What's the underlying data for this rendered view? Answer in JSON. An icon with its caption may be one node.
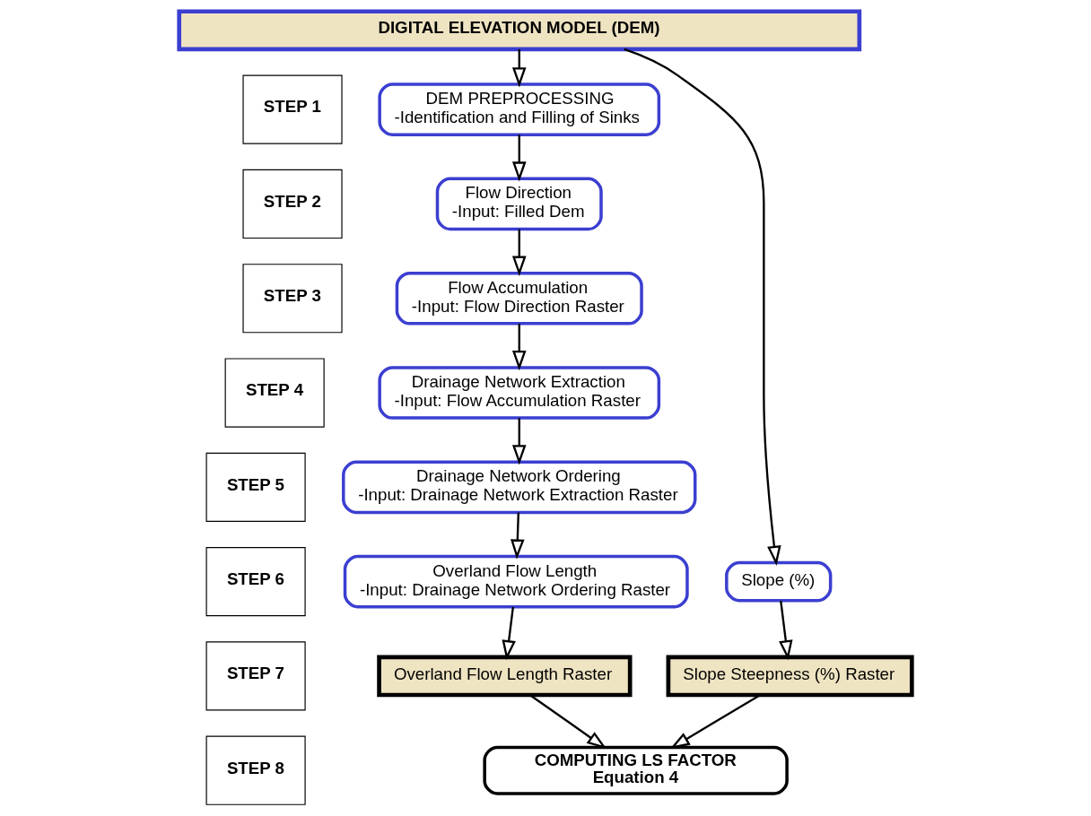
{
  "diagram": {
    "nodes": [
      {
        "text": [
          "DIGITAL ELEVATION MODEL (DEM)"
        ]
      },
      {
        "text": [
          "STEP 1"
        ]
      },
      {
        "text": [
          "STEP 2"
        ]
      },
      {
        "text": [
          "STEP 3"
        ]
      },
      {
        "text": [
          "STEP 4"
        ]
      },
      {
        "text": [
          "STEP 5"
        ]
      },
      {
        "text": [
          "STEP 6"
        ]
      },
      {
        "text": [
          "STEP 7"
        ]
      },
      {
        "text": [
          "STEP 8"
        ]
      },
      {
        "text": [
          "DEM PREPROCESSING",
          "-Identification and Filling of Sinks"
        ]
      },
      {
        "text": [
          "Flow Direction",
          "-Input: Filled Dem"
        ]
      },
      {
        "text": [
          "Flow Accumulation",
          "-Input: Flow Direction Raster"
        ]
      },
      {
        "text": [
          "Drainage Network Extraction",
          "-Input: Flow Accumulation Raster"
        ]
      },
      {
        "text": [
          "Drainage Network Ordering",
          "-Input: Drainage Network Extraction Raster"
        ]
      },
      {
        "text": [
          "Overland Flow Length",
          "-Input: Drainage Network Ordering Raster"
        ]
      },
      {
        "text": [
          "Slope (%)"
        ]
      },
      {
        "text": [
          "Overland Flow Length Raster"
        ]
      },
      {
        "text": [
          "Slope Steepness (%) Raster"
        ]
      },
      {
        "text": [
          "COMPUTING LS FACTOR",
          "Equation 4"
        ]
      }
    ],
    "edges": [
      {
        "from": 0,
        "to": 9,
        "arrow": "to"
      },
      {
        "from": 9,
        "to": 10,
        "arrow": "to"
      },
      {
        "from": 10,
        "to": 11,
        "arrow": "to"
      },
      {
        "from": 11,
        "to": 12,
        "arrow": "to"
      },
      {
        "from": 12,
        "to": 13,
        "arrow": "to"
      },
      {
        "from": 13,
        "to": 14,
        "arrow": "to"
      },
      {
        "from": 0,
        "to": 15,
        "arrow": "to"
      },
      {
        "from": 14,
        "to": 16,
        "arrow": "to"
      },
      {
        "from": 15,
        "to": 17,
        "arrow": "to"
      },
      {
        "from": 16,
        "to": 18,
        "arrow": "to"
      },
      {
        "from": 17,
        "to": 18,
        "arrow": "to"
      }
    ]
  }
}
